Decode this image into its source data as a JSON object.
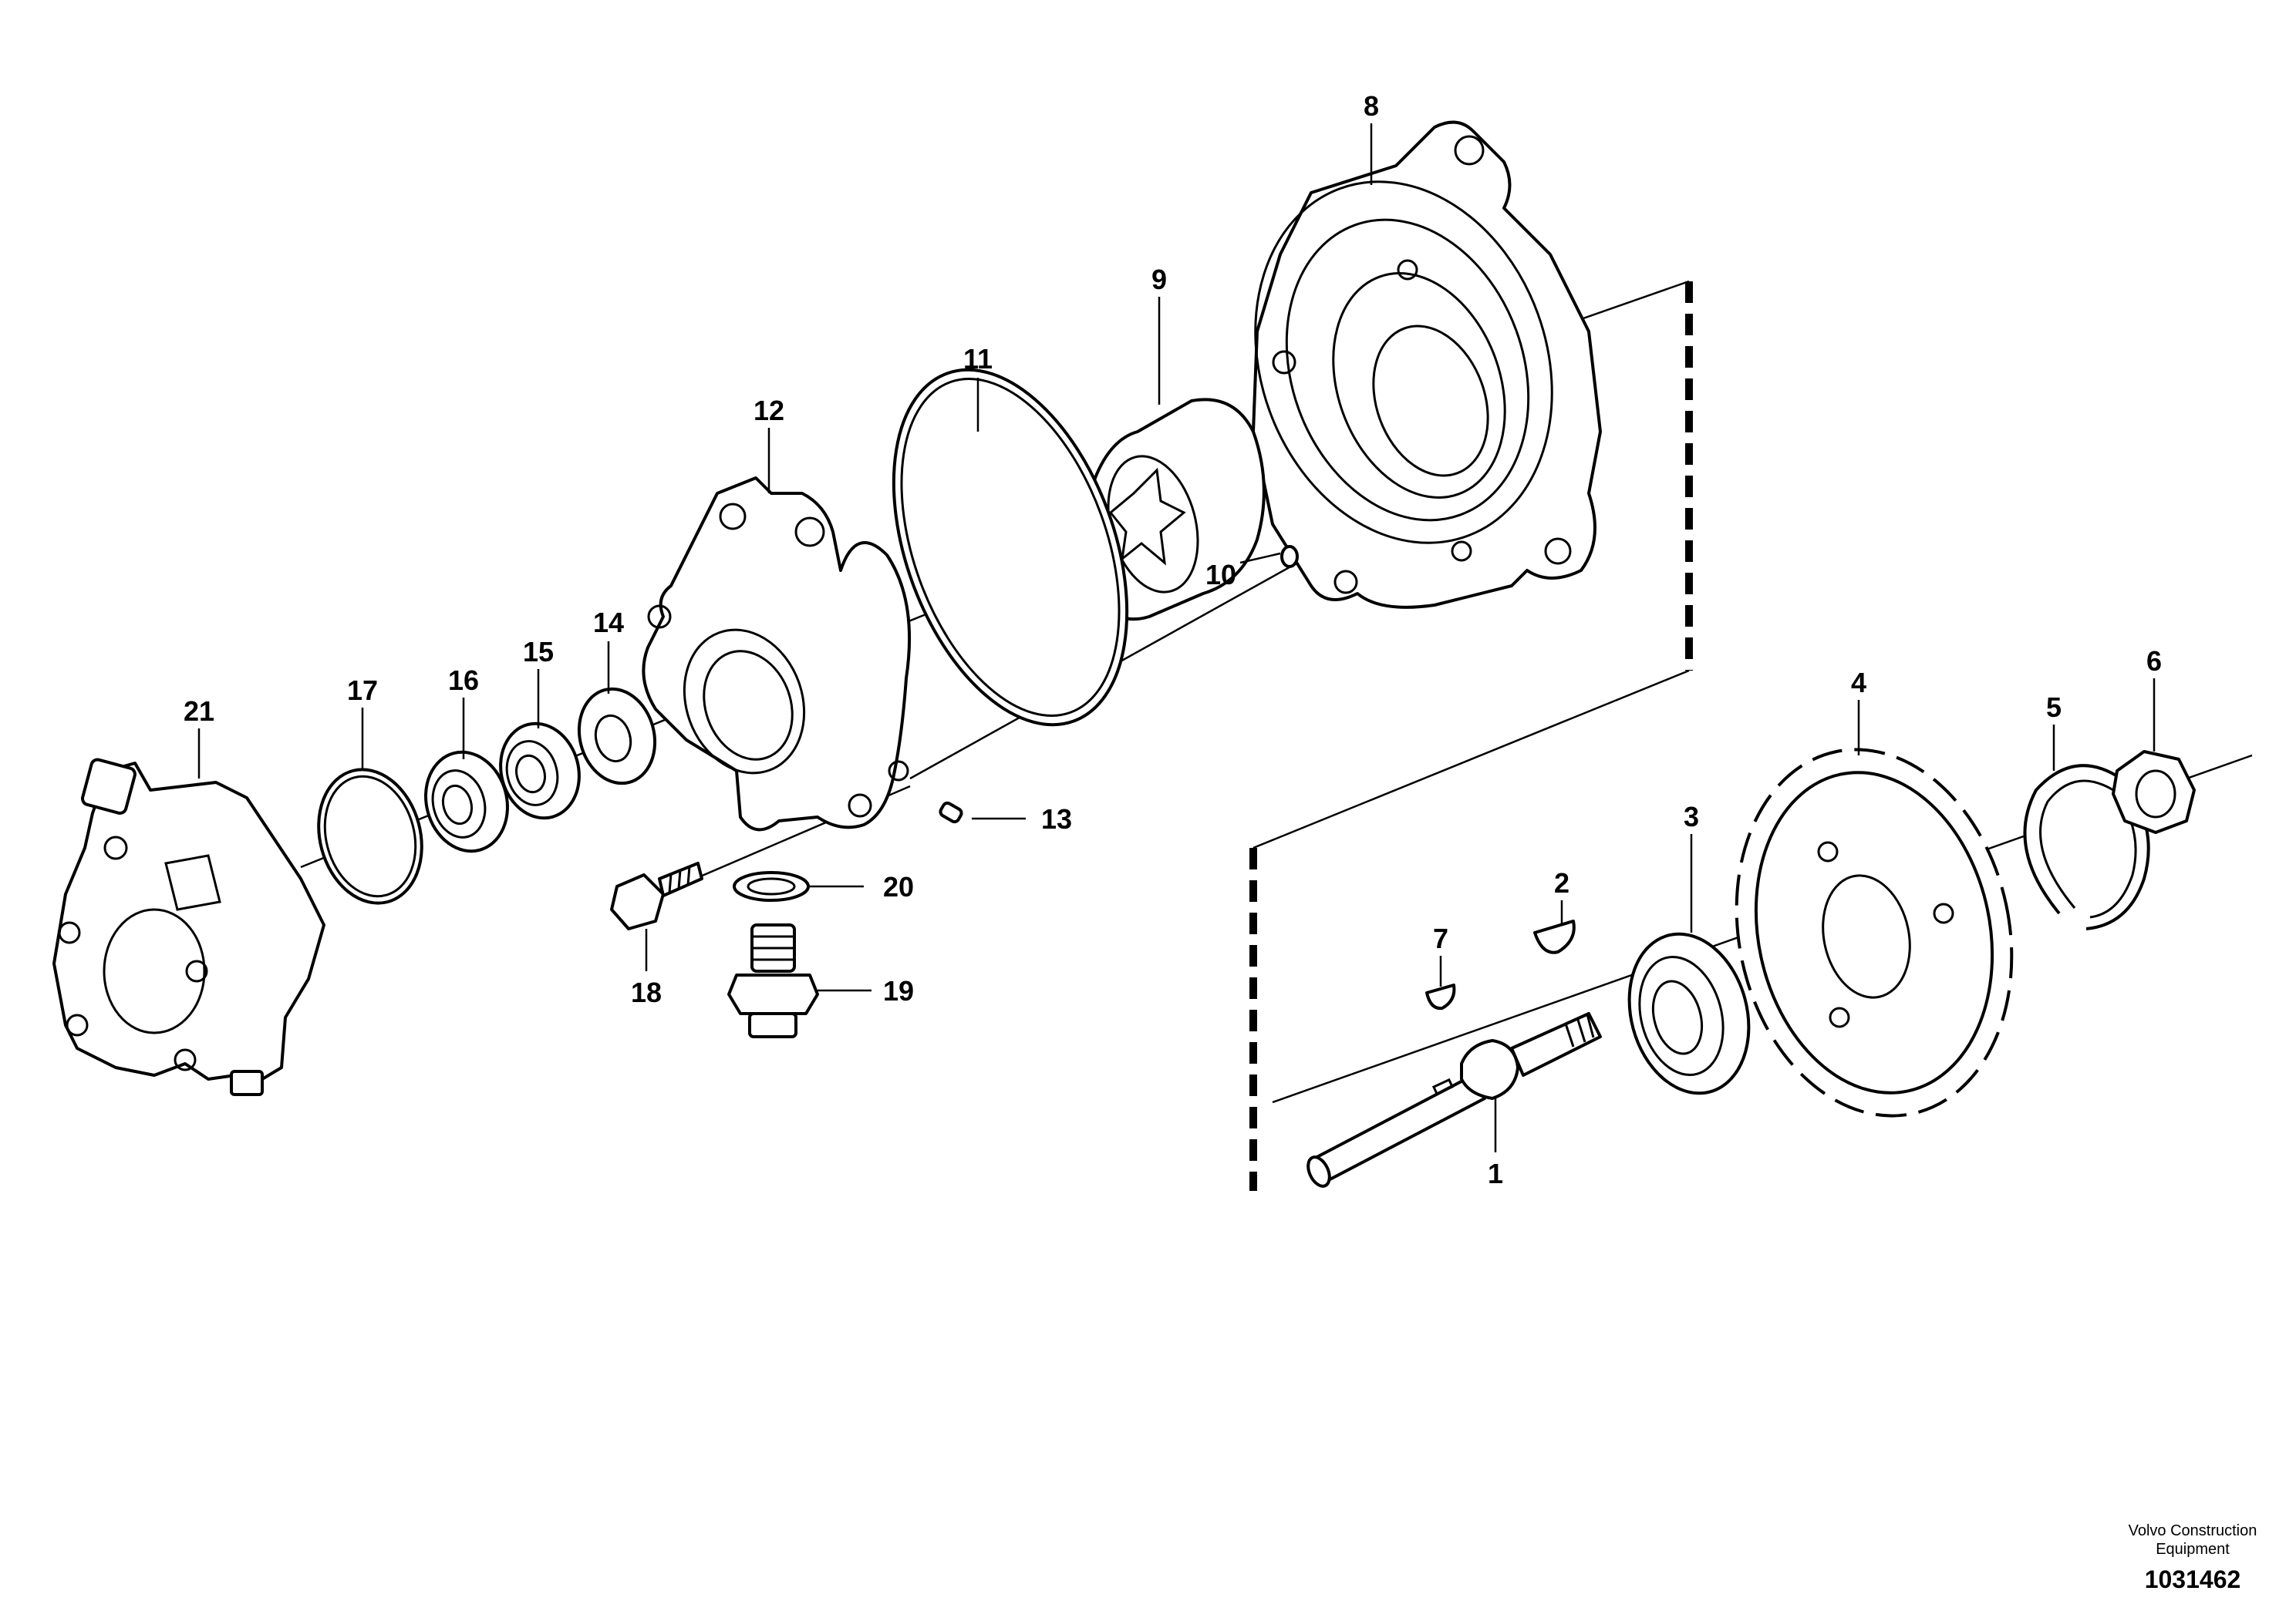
{
  "labels": {
    "p1": "1",
    "p2": "2",
    "p3": "3",
    "p4": "4",
    "p5": "5",
    "p6": "6",
    "p7": "7",
    "p8": "8",
    "p9": "9",
    "p10": "10",
    "p11": "11",
    "p12": "12",
    "p13": "13",
    "p14": "14",
    "p15": "15",
    "p16": "16",
    "p17": "17",
    "p18": "18",
    "p19": "19",
    "p20": "20",
    "p21": "21"
  },
  "footer": {
    "brand_line1": "Volvo Construction",
    "brand_line2": "Equipment",
    "doc_number": "1031462"
  }
}
